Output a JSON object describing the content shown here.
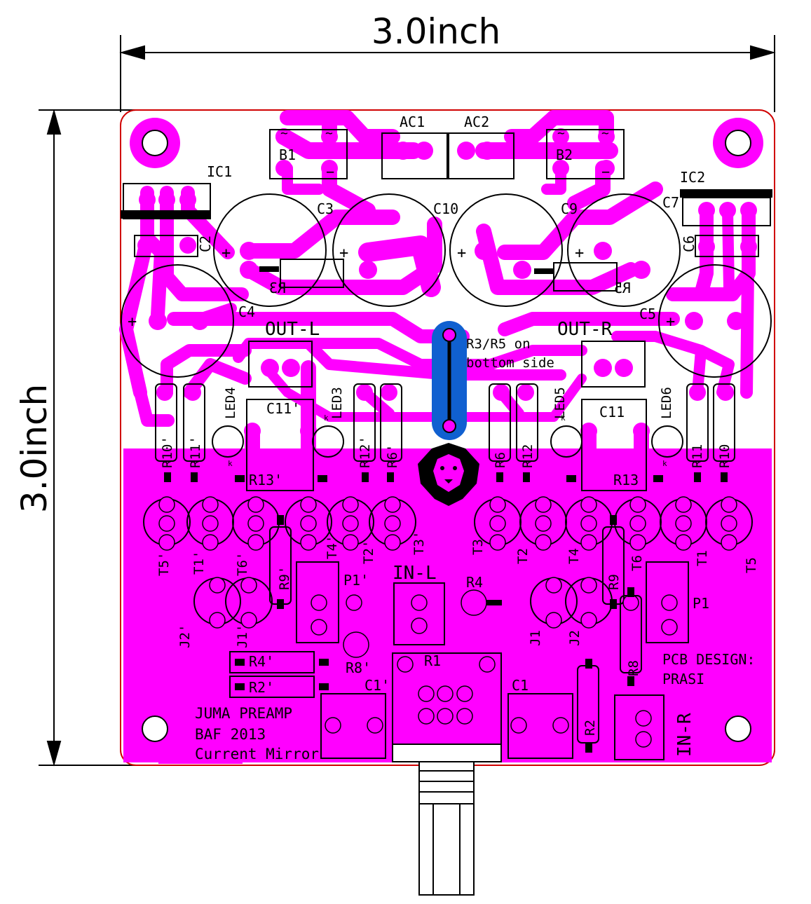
{
  "dimensions": {
    "width": "3.0inch",
    "height": "3.0inch"
  },
  "colors": {
    "copper": "#ff00ff",
    "silkscreen": "#000000",
    "jumper": "#1060d0",
    "outline": "#d00000"
  },
  "labels": {
    "ic1": "IC1",
    "ic2": "IC2",
    "b1": "B1",
    "b2": "B2",
    "ac1": "AC1",
    "ac2": "AC2",
    "c1": "C1",
    "c1p": "C1'",
    "c2": "C2",
    "c3": "C3",
    "c4": "C4",
    "c5": "C5",
    "c6": "C6",
    "c7": "C7",
    "c9": "C9",
    "c10": "C10",
    "c11": "C11",
    "c11p": "C11'",
    "r1": "R1",
    "r2": "R2",
    "r2p": "R2'",
    "r3": "R3",
    "r4": "R4",
    "r4p": "R4'",
    "r5": "R5",
    "r6": "R6",
    "r6p": "R6'",
    "r8": "R8",
    "r8p": "R8'",
    "r9": "R9",
    "r9p": "R9'",
    "r10": "R10",
    "r10p": "R10'",
    "r11": "R11",
    "r11p": "R11'",
    "r12": "R12",
    "r12p": "R12'",
    "r13": "R13",
    "r13p": "R13'",
    "led3": "LED3",
    "led4": "LED4",
    "led5": "LED5",
    "led6": "LED6",
    "t1": "T1",
    "t1p": "T1'",
    "t2": "T2",
    "t2p": "T2'",
    "t3": "T3",
    "t3p": "T3'",
    "t4": "T4",
    "t4p": "T4'",
    "t5": "T5",
    "t5p": "T5'",
    "t6": "T6",
    "t6p": "T6'",
    "j1": "J1",
    "j1p": "J1'",
    "j2": "J2",
    "j2p": "J2'",
    "p1": "P1",
    "p1p": "P1'",
    "out_l": "OUT-L",
    "out_r": "OUT-R",
    "in_l": "IN-L",
    "in_r": "IN-R",
    "note_line1": "R3/R5 on",
    "note_line2": "bottom side",
    "credit_line1": "PCB DESIGN:",
    "credit_line2": "PRASI",
    "title_line1": "JUMA PREAMP",
    "title_line2": "BAF 2013",
    "title_line3": "Current Mirror",
    "plus": "+",
    "minus": "−",
    "tilde": "~",
    "k": "k"
  },
  "icons": [
    "mounting-hole-icon",
    "lion-logo-icon",
    "potentiometer-shaft-icon",
    "wire-jumper-icon"
  ]
}
